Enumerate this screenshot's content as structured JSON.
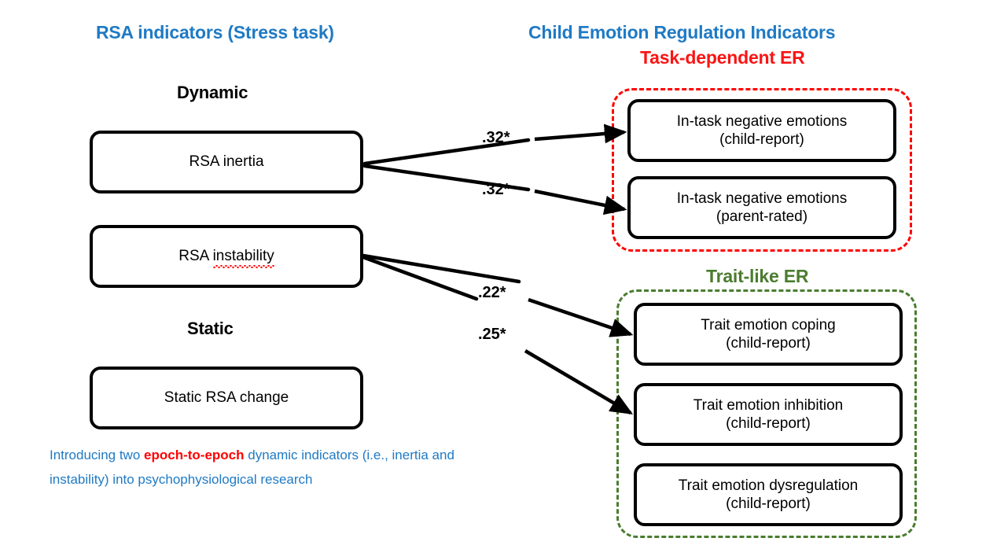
{
  "headings": {
    "left_title": "RSA indicators (Stress task)",
    "right_title": "Child Emotion Regulation Indicators",
    "task_dependent": "Task-dependent ER",
    "trait_like": "Trait-like ER",
    "dynamic": "Dynamic",
    "static": "Static"
  },
  "colors": {
    "blue": "#1F7AC4",
    "red": "#FF0000",
    "green": "#4A7C2F",
    "black": "#000000"
  },
  "left_nodes": [
    {
      "id": "rsa-inertia",
      "line1": "RSA inertia",
      "line2": ""
    },
    {
      "id": "rsa-instability",
      "line1": "RSA ",
      "misspelled": "instability",
      "line2": ""
    },
    {
      "id": "static-rsa-change",
      "line1": "Static RSA change",
      "line2": ""
    }
  ],
  "right_nodes": [
    {
      "id": "in-task-negative-emotions-child",
      "line1": "In-task negative emotions",
      "line2": "(child-report)"
    },
    {
      "id": "in-task-negative-emotions-parent",
      "line1": "In-task negative emotions",
      "line2": "(parent-rated)"
    },
    {
      "id": "trait-emotion-coping",
      "line1": "Trait emotion coping",
      "line2": "(child-report)"
    },
    {
      "id": "trait-emotion-inhibition",
      "line1": "Trait emotion inhibition",
      "line2": "(child-report)"
    },
    {
      "id": "trait-emotion-dysregulation",
      "line1": "Trait emotion dysregulation",
      "line2": "(child-report)"
    }
  ],
  "paths": [
    {
      "from": "RSA inertia",
      "to": "In-task negative emotions (child-report)",
      "coefficient": ".32*"
    },
    {
      "from": "RSA inertia",
      "to": "In-task negative emotions (parent-rated)",
      "coefficient": ".32*"
    },
    {
      "from": "RSA instability",
      "to": "Trait emotion coping (child-report)",
      "coefficient": ".22*"
    },
    {
      "from": "RSA instability",
      "to": "Trait emotion inhibition (child-report)",
      "coefficient": ".25*"
    }
  ],
  "caption": {
    "part1": "Introducing two ",
    "emphasis": "epoch-to-epoch",
    "part2": " dynamic indicators (i.e., inertia and instability) into psychophysiological research"
  }
}
